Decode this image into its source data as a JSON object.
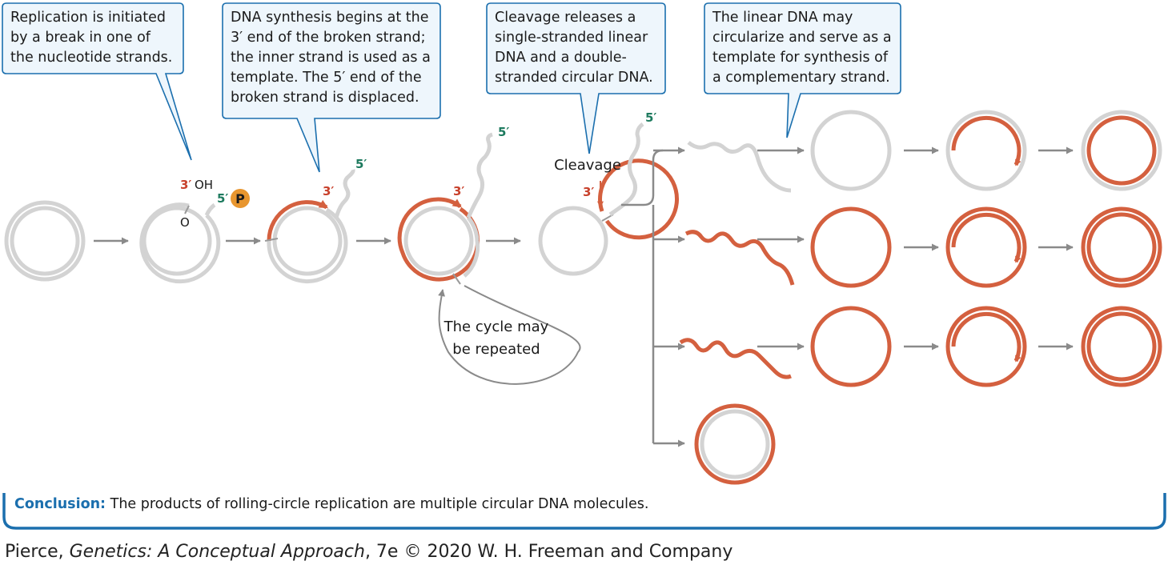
{
  "callouts": {
    "c1": [
      "Replication is initiated",
      "by a break in one of",
      "the nucleotide strands."
    ],
    "c2": [
      "DNA synthesis begins at the",
      "3′ end of the broken strand;",
      "the inner strand is used as a",
      "template. The 5′ end of the",
      "broken strand is displaced."
    ],
    "c3": [
      "Cleavage releases a",
      "single-stranded linear",
      "DNA and a double-",
      "stranded circular DNA."
    ],
    "c4": [
      "The linear DNA may",
      "circularize and serve as a",
      "template for synthesis of",
      "a complementary strand."
    ]
  },
  "labels": {
    "three_prime": "3′",
    "five_prime": "5′",
    "oh": "OH",
    "o": "O",
    "phosphate": "P",
    "cleavage": "Cleavage",
    "cycle_line1": "The cycle may",
    "cycle_line2": "be repeated"
  },
  "conclusion": {
    "lead": "Conclusion:",
    "text": " The products of rolling-circle replication are multiple circular DNA molecules."
  },
  "credit": {
    "author": "Pierce, ",
    "title": "Genetics: A Conceptual Approach",
    "rest": ", 7e © 2020 W. H. Freeman and Company"
  },
  "colors": {
    "template_strand": "#d3d3d3",
    "new_strand": "#d4603f",
    "arrow": "#8a8a8a",
    "callout_border": "#1b6fae",
    "callout_fill": "#eef6fc",
    "phosphate": "#e8962f"
  }
}
